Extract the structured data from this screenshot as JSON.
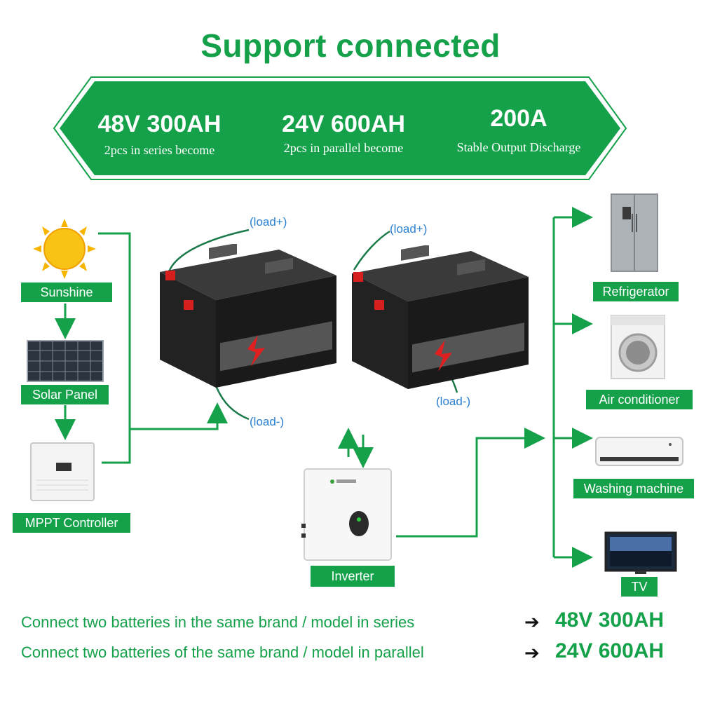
{
  "title": "Support connected",
  "banner": {
    "specs": [
      {
        "value": "48V 300AH",
        "desc": "2pcs in series become"
      },
      {
        "value": "24V 600AH",
        "desc": "2pcs in parallel become"
      },
      {
        "value": "200A",
        "desc": "Stable Output Discharge"
      }
    ]
  },
  "left_chain": {
    "sunshine": "Sunshine",
    "solar_panel": "Solar Panel",
    "mppt": "MPPT Controller"
  },
  "loads": {
    "plus_left": "(load+)",
    "minus_left": "(load-)",
    "plus_right": "(load+)",
    "minus_right": "(load-)"
  },
  "inverter": "Inverter",
  "appliances": {
    "refrigerator": "Refrigerator",
    "air_conditioner": "Air conditioner",
    "washing_machine": "Washing machine",
    "tv": "TV"
  },
  "footer": {
    "series_text": "Connect two batteries in the same brand / model in series",
    "series_value": "48V 300AH",
    "parallel_text": "Connect two batteries of the same brand / model in parallel",
    "parallel_value": "24V 600AH"
  },
  "colors": {
    "brand_green": "#14a14a",
    "load_blue": "#2a7fd1"
  }
}
